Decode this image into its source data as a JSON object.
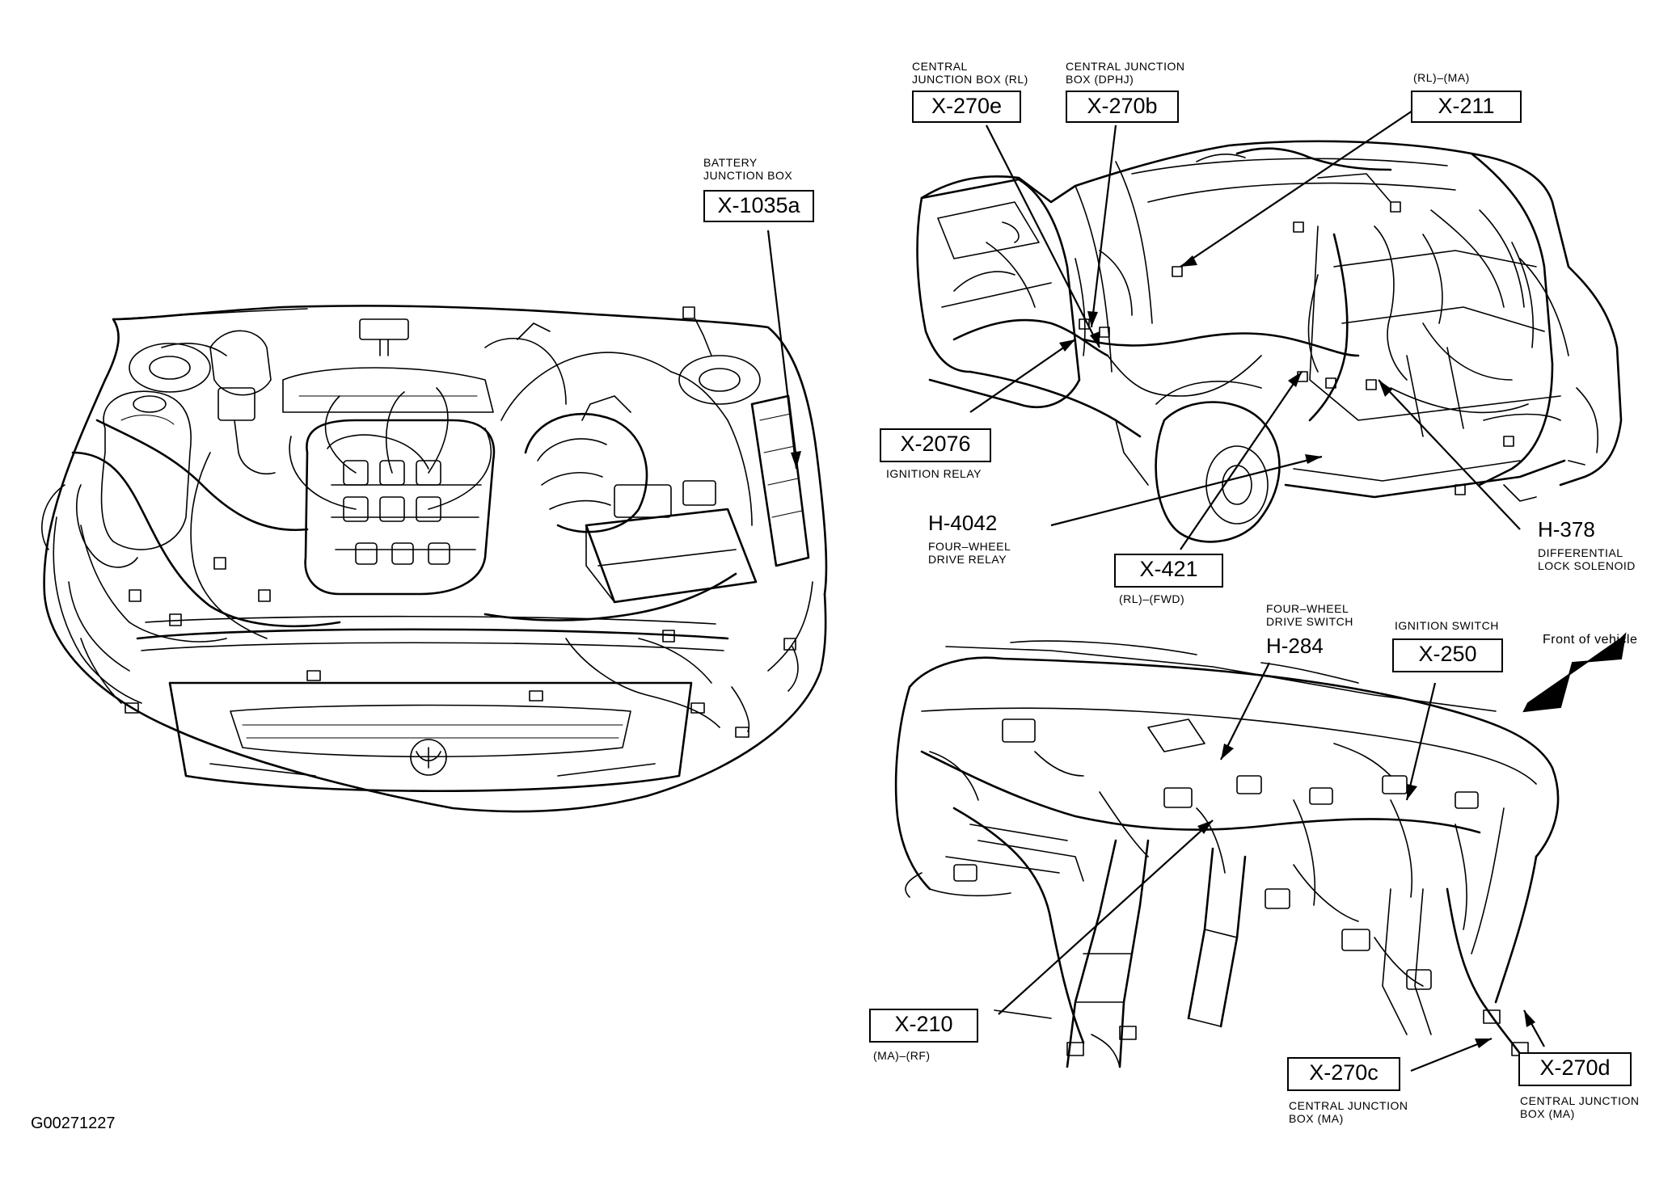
{
  "figure_id": "G00271227",
  "front_of_vehicle": "Front of vehicle",
  "labels": {
    "x1035a": {
      "code": "X-1035a",
      "caption": "BATTERY\nJUNCTION BOX"
    },
    "x270e": {
      "code": "X-270e",
      "caption": "CENTRAL\nJUNCTION BOX (RL)"
    },
    "x270b": {
      "code": "X-270b",
      "caption": "CENTRAL JUNCTION\nBOX (DPHJ)"
    },
    "x211": {
      "code": "X-211",
      "caption": "(RL)–(MA)"
    },
    "x2076": {
      "code": "X-2076",
      "caption": "IGNITION RELAY"
    },
    "h4042": {
      "code": "H-4042",
      "caption": "FOUR–WHEEL\nDRIVE RELAY"
    },
    "x421": {
      "code": "X-421",
      "caption": "(RL)–(FWD)"
    },
    "h378": {
      "code": "H-378",
      "caption": "DIFFERENTIAL\nLOCK SOLENOID"
    },
    "h284": {
      "code": "H-284",
      "caption": "FOUR–WHEEL\nDRIVE SWITCH"
    },
    "x250": {
      "code": "X-250",
      "caption": "IGNITION SWITCH"
    },
    "x210": {
      "code": "X-210",
      "caption": "(MA)–(RF)"
    },
    "x270c": {
      "code": "X-270c",
      "caption": "CENTRAL JUNCTION\nBOX (MA)"
    },
    "x270d": {
      "code": "X-270d",
      "caption": "CENTRAL JUNCTION\nBOX (MA)"
    }
  }
}
